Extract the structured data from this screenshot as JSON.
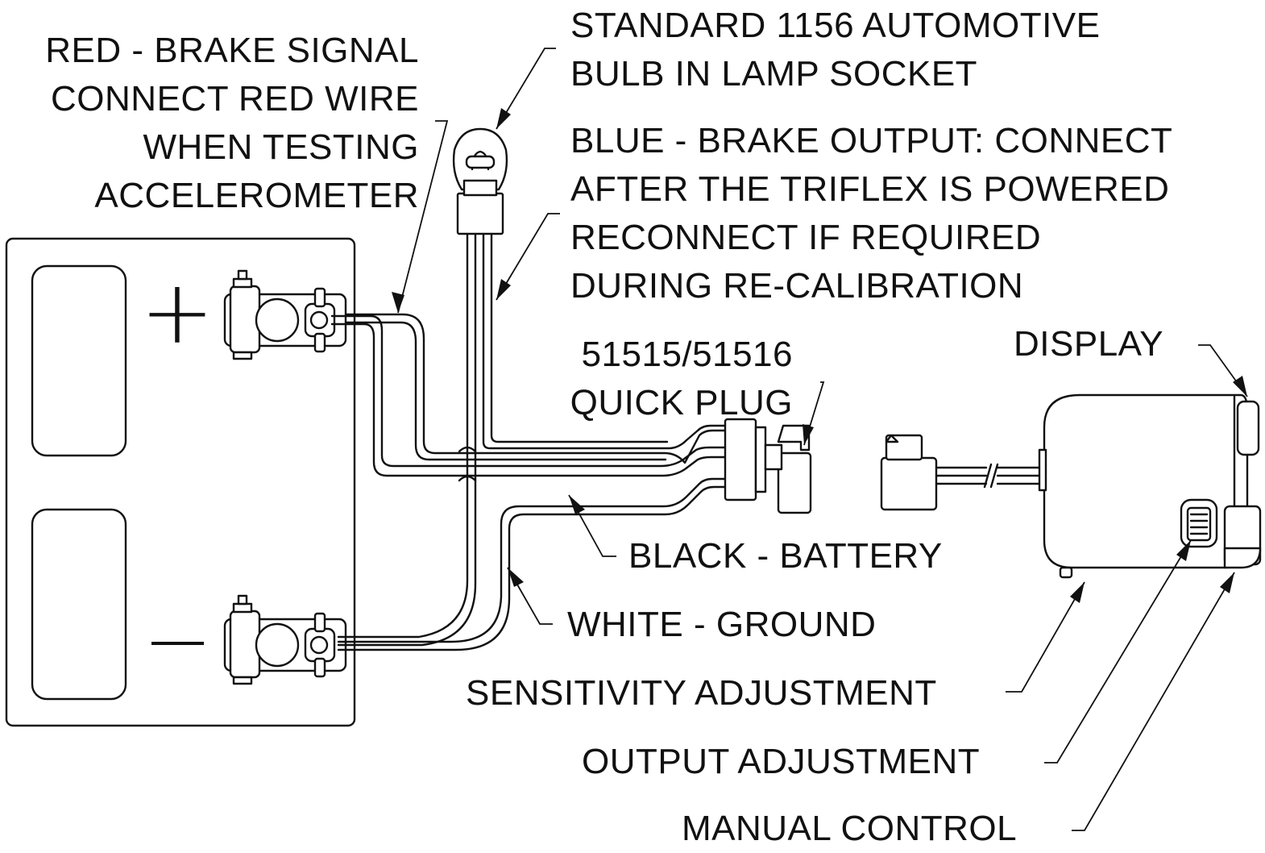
{
  "labels": {
    "red_brake": [
      "RED - BRAKE SIGNAL",
      "CONNECT RED WIRE",
      "WHEN TESTING",
      "ACCELEROMETER"
    ],
    "bulb": [
      "STANDARD 1156 AUTOMOTIVE",
      "BULB IN LAMP SOCKET"
    ],
    "blue_brake": [
      "BLUE - BRAKE OUTPUT: CONNECT",
      "AFTER THE TRIFLEX IS POWERED",
      "RECONNECT IF REQUIRED",
      "DURING RE-CALIBRATION"
    ],
    "quick_plug": [
      "51515/51516",
      "QUICK PLUG"
    ],
    "display": "DISPLAY",
    "black_battery": "BLACK - BATTERY",
    "white_ground": "WHITE - GROUND",
    "sensitivity": "SENSITIVITY ADJUSTMENT",
    "output": "OUTPUT ADJUSTMENT",
    "manual": "MANUAL CONTROL"
  },
  "battery": {
    "positive_symbol": "+",
    "negative_symbol": "—"
  },
  "colors": {
    "line": "#111111",
    "background": "#ffffff"
  }
}
